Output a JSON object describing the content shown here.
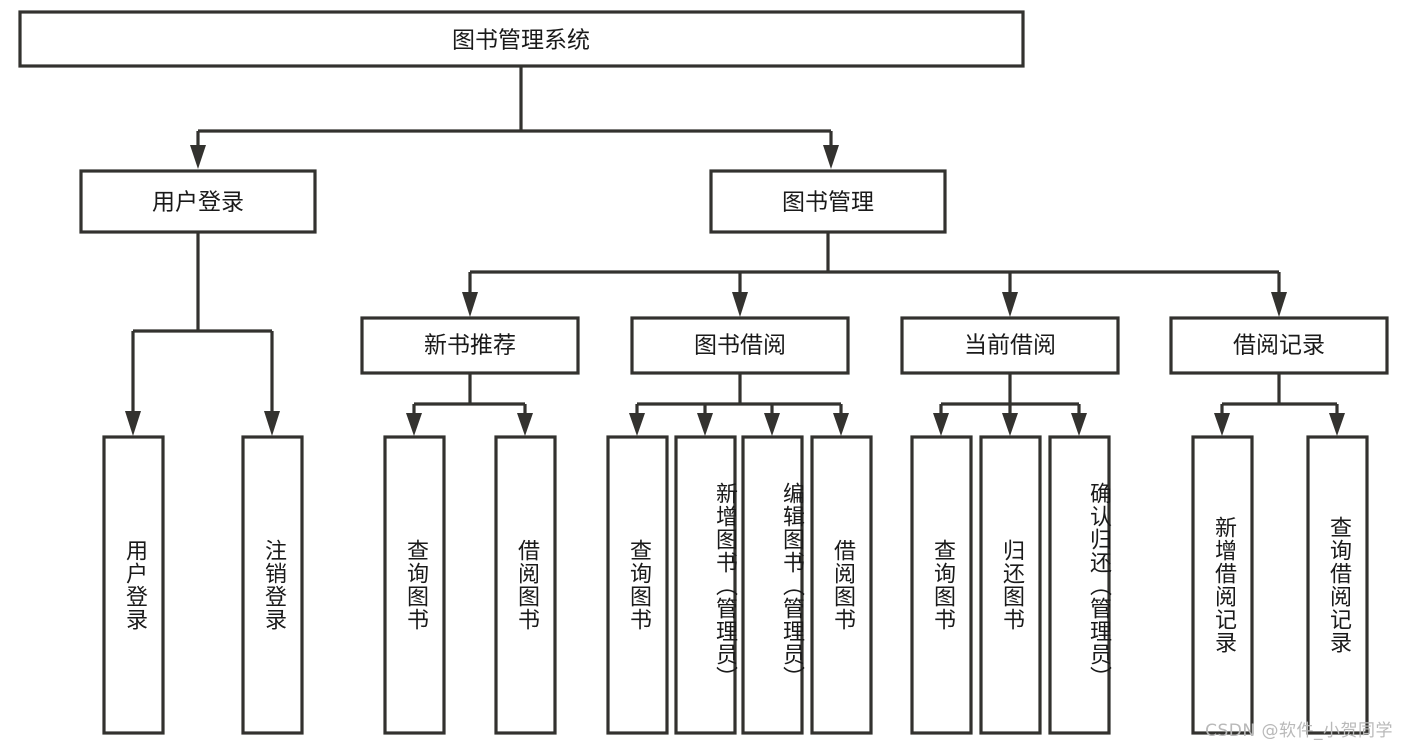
{
  "diagram": {
    "title_node": {
      "label": "图书管理系统"
    },
    "level2": [
      {
        "id": "user-login",
        "label": "用户登录"
      },
      {
        "id": "book-management",
        "label": "图书管理"
      }
    ],
    "level3": [
      {
        "id": "new-book-recommend",
        "label": "新书推荐",
        "parent": "book-management"
      },
      {
        "id": "book-borrow",
        "label": "图书借阅",
        "parent": "book-management"
      },
      {
        "id": "current-borrow",
        "label": "当前借阅",
        "parent": "book-management"
      },
      {
        "id": "borrow-record",
        "label": "借阅记录",
        "parent": "book-management"
      }
    ],
    "leaves": [
      {
        "id": "leaf-user-login",
        "label": "用户登录",
        "parent": "user-login"
      },
      {
        "id": "leaf-logout-login",
        "label": "注销登录",
        "parent": "user-login"
      },
      {
        "id": "leaf-query-book-1",
        "label": "查询图书",
        "parent": "new-book-recommend"
      },
      {
        "id": "leaf-borrow-book-1",
        "label": "借阅图书",
        "parent": "new-book-recommend"
      },
      {
        "id": "leaf-query-book-2",
        "label": "查询图书",
        "parent": "book-borrow"
      },
      {
        "id": "leaf-add-book",
        "label": "新增图书（管理员）",
        "parent": "book-borrow"
      },
      {
        "id": "leaf-edit-book",
        "label": "编辑图书（管理员）",
        "parent": "book-borrow"
      },
      {
        "id": "leaf-borrow-book-2",
        "label": "借阅图书",
        "parent": "book-borrow"
      },
      {
        "id": "leaf-query-book-3",
        "label": "查询图书",
        "parent": "current-borrow"
      },
      {
        "id": "leaf-return-book",
        "label": "归还图书",
        "parent": "current-borrow"
      },
      {
        "id": "leaf-confirm-return",
        "label": "确认归还（管理员）",
        "parent": "current-borrow"
      },
      {
        "id": "leaf-add-record",
        "label": "新增借阅记录",
        "parent": "borrow-record"
      },
      {
        "id": "leaf-query-record",
        "label": "查询借阅记录",
        "parent": "borrow-record"
      }
    ],
    "watermark": "CSDN @软件_小贺同学",
    "colors": {
      "stroke": "#33322f",
      "fill": "#ffffff",
      "text": "#1a1a1a",
      "watermark": "#b9b9b9"
    }
  }
}
